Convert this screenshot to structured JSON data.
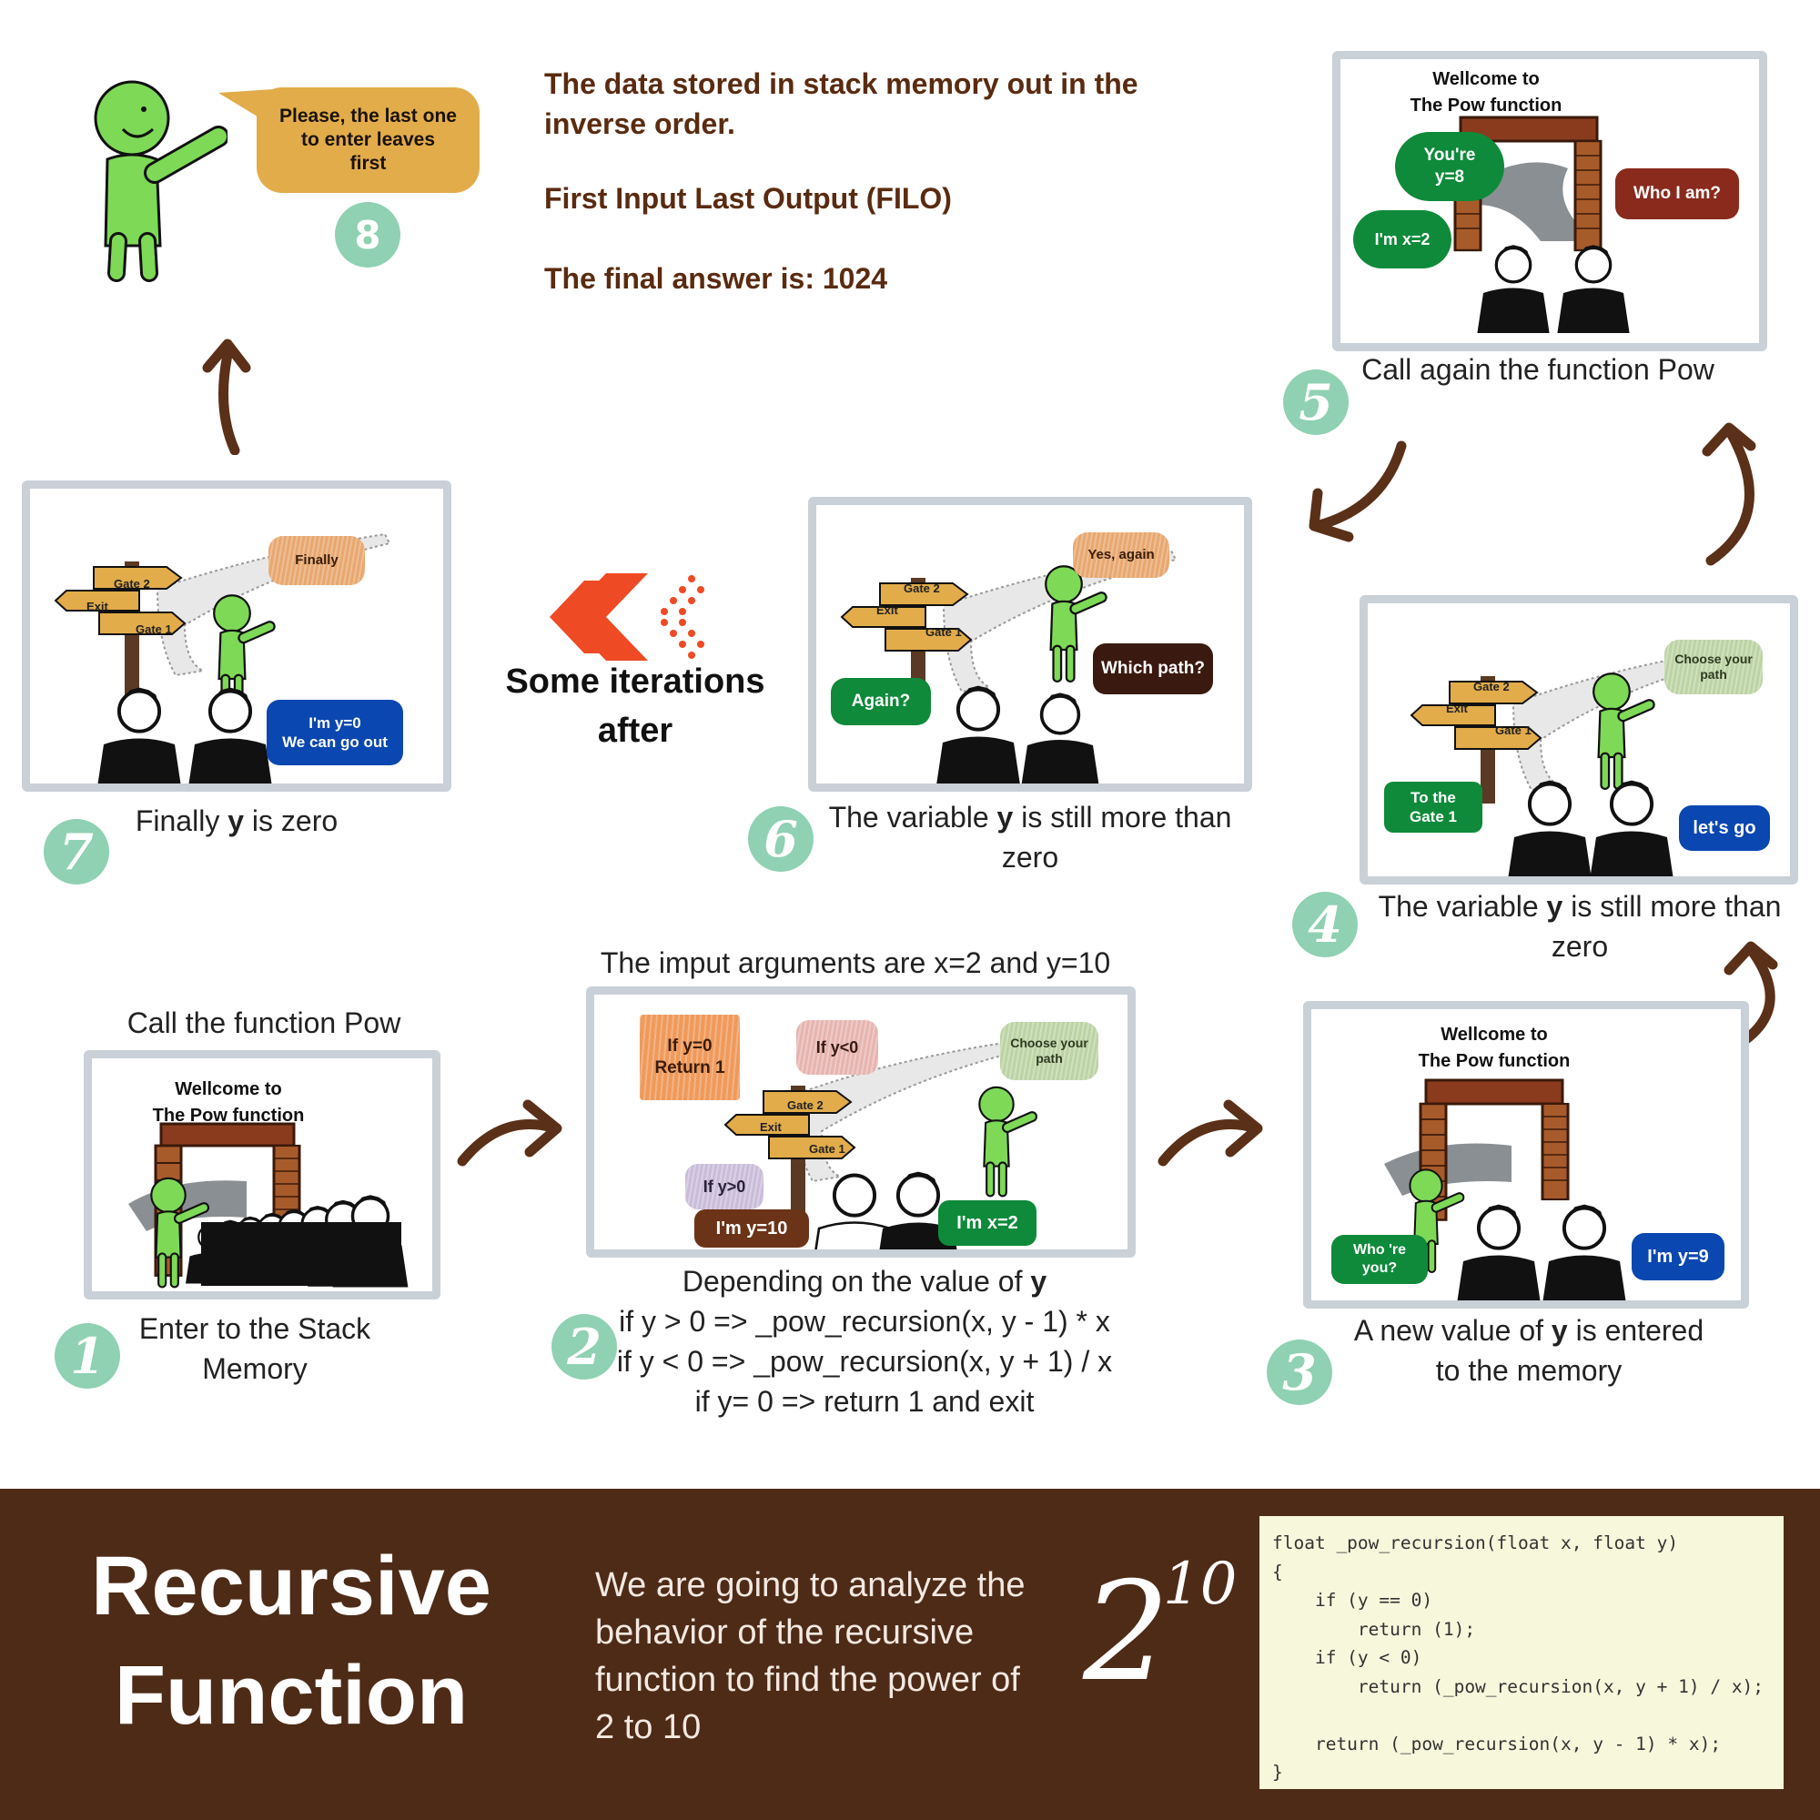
{
  "top_notes": {
    "line1": "The data stored in stack memory out in the",
    "line2": "inverse order.",
    "line3": "First Input Last Output (FILO)",
    "line4": "The final answer is: 1024"
  },
  "iterations_label": {
    "line1": "Some iterations",
    "line2": "after"
  },
  "step8": {
    "bubble_line1": "Please, the last one",
    "bubble_line2": "to enter leaves",
    "bubble_line3": "first",
    "number": "8"
  },
  "step1": {
    "heading": "Call the function Pow",
    "sign_line1": "Wellcome to",
    "sign_line2": "The Pow function",
    "caption_line1": "Enter to the Stack",
    "caption_line2": "Memory",
    "number": "1"
  },
  "step2": {
    "heading": "The imput arguments are x=2 and y=10",
    "bubble_return_line1": "If y=0",
    "bubble_return_line2": "Return 1",
    "bubble_neg": "If y<0",
    "bubble_pos": "If y>0",
    "bubble_choose_line1": "Choose your",
    "bubble_choose_line2": "path",
    "bubble_y": "I'm y=10",
    "bubble_x": "I'm x=2",
    "sign_gate2": "Gate 2",
    "sign_exit": "Exit",
    "sign_gate1": "Gate 1",
    "caption_line1_pre": "Depending on the value of ",
    "caption_line1_var": "y",
    "caption_line2": "if y > 0 => _pow_recursion(x, y - 1) * x",
    "caption_line3": "if y < 0 => _pow_recursion(x, y + 1) / x",
    "caption_line4": "if y= 0 => return 1 and exit",
    "number": "2"
  },
  "step3": {
    "sign_line1": "Wellcome to",
    "sign_line2": "The Pow function",
    "bubble_who_line1": "Who 're",
    "bubble_who_line2": "you?",
    "bubble_y": "I'm y=9",
    "caption_line1_pre": "A new value of ",
    "caption_line1_var": "y",
    "caption_line1_post": " is entered",
    "caption_line2": "to the memory",
    "number": "3"
  },
  "step4": {
    "bubble_choose_line1": "Choose your",
    "bubble_choose_line2": "path",
    "bubble_gate_line1": "To the",
    "bubble_gate_line2": "Gate 1",
    "bubble_go": "let's go",
    "sign_gate2": "Gate 2",
    "sign_exit": "Exit",
    "sign_gate1": "Gate 1",
    "caption_line1_pre": "The variable ",
    "caption_line1_var": "y",
    "caption_line1_post": " is still more than",
    "caption_line2": "zero",
    "number": "4"
  },
  "step5": {
    "sign_line1": "Wellcome to",
    "sign_line2": "The Pow function",
    "bubble_y_line1": "You're",
    "bubble_y_line2": "y=8",
    "bubble_x": "I'm x=2",
    "bubble_who": "Who I am?",
    "caption": "Call again the function Pow",
    "number": "5"
  },
  "step6": {
    "bubble_yes": "Yes, again",
    "bubble_which": "Which path?",
    "bubble_again": "Again?",
    "sign_gate2": "Gate 2",
    "sign_exit": "Exit",
    "sign_gate1": "Gate 1",
    "caption_line1_pre": "The variable ",
    "caption_line1_var": "y",
    "caption_line1_post": " is still more than",
    "caption_line2": "zero",
    "number": "6"
  },
  "step7": {
    "bubble_finally": "Finally",
    "bubble_y_line1": "I'm y=0",
    "bubble_y_line2": "We can go out",
    "sign_gate2": "Gate 2",
    "sign_exit": "Exit",
    "sign_gate1": "Gate 1",
    "caption_pre": "Finally ",
    "caption_var": "y",
    "caption_post": " is zero",
    "number": "7"
  },
  "footer": {
    "title_line1": "Recursive",
    "title_line2": "Function",
    "desc_line1": "We are going to analyze the",
    "desc_line2": "behavior of the recursive",
    "desc_line3": "function to find the power of",
    "desc_line4": "2 to 10",
    "pow_base": "2",
    "pow_exp": "10",
    "code": "float _pow_recursion(float x, float y)\n{\n    if (y == 0)\n        return (1);\n    if (y < 0)\n        return (_pow_recursion(x, y + 1) / x);\n\n    return (_pow_recursion(x, y - 1) * x);\n}"
  },
  "colors": {
    "footer_bg": "#4e2b17",
    "arrow": "#5a3018",
    "note_text": "#5a2b10",
    "number_circle": "#8fd1b2",
    "character_green": "#7ed957",
    "panel_border": "#c9d0d8",
    "code_bg": "#f7f7dc"
  }
}
